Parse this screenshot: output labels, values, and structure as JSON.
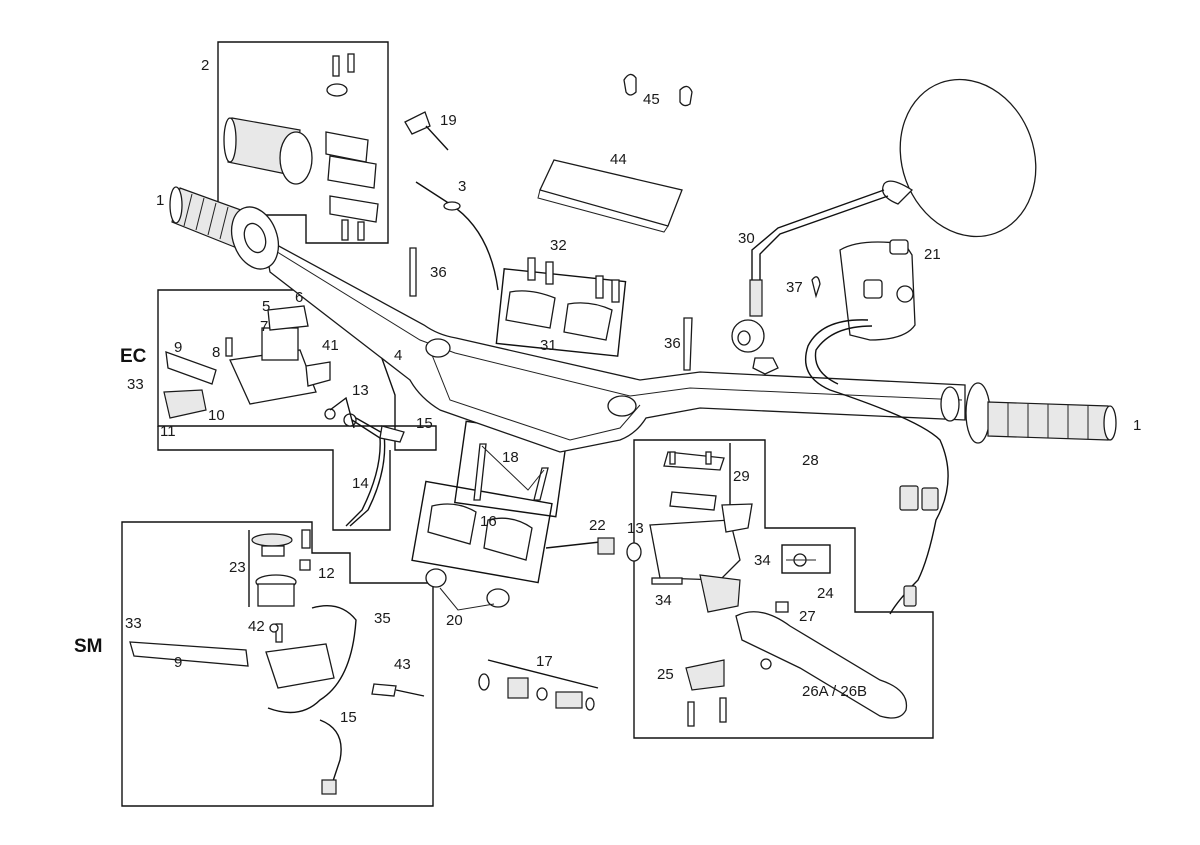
{
  "sections": {
    "ec": "EC",
    "sm": "SM"
  },
  "parts": [
    {
      "id": "p1a",
      "label": "1"
    },
    {
      "id": "p1b",
      "label": "1"
    },
    {
      "id": "p2",
      "label": "2"
    },
    {
      "id": "p3",
      "label": "3"
    },
    {
      "id": "p4",
      "label": "4"
    },
    {
      "id": "p5",
      "label": "5"
    },
    {
      "id": "p6",
      "label": "6"
    },
    {
      "id": "p7",
      "label": "7"
    },
    {
      "id": "p8",
      "label": "8"
    },
    {
      "id": "p9a",
      "label": "9"
    },
    {
      "id": "p9b",
      "label": "9"
    },
    {
      "id": "p10",
      "label": "10"
    },
    {
      "id": "p11",
      "label": "11"
    },
    {
      "id": "p12",
      "label": "12"
    },
    {
      "id": "p13a",
      "label": "13"
    },
    {
      "id": "p13b",
      "label": "13"
    },
    {
      "id": "p14",
      "label": "14"
    },
    {
      "id": "p15a",
      "label": "15"
    },
    {
      "id": "p15b",
      "label": "15"
    },
    {
      "id": "p16",
      "label": "16"
    },
    {
      "id": "p17",
      "label": "17"
    },
    {
      "id": "p18",
      "label": "18"
    },
    {
      "id": "p19",
      "label": "19"
    },
    {
      "id": "p20",
      "label": "20"
    },
    {
      "id": "p21",
      "label": "21"
    },
    {
      "id": "p22",
      "label": "22"
    },
    {
      "id": "p23",
      "label": "23"
    },
    {
      "id": "p24",
      "label": "24"
    },
    {
      "id": "p25",
      "label": "25"
    },
    {
      "id": "p26",
      "label": "26A / 26B"
    },
    {
      "id": "p27",
      "label": "27"
    },
    {
      "id": "p28",
      "label": "28"
    },
    {
      "id": "p29",
      "label": "29"
    },
    {
      "id": "p30",
      "label": "30"
    },
    {
      "id": "p31",
      "label": "31"
    },
    {
      "id": "p32",
      "label": "32"
    },
    {
      "id": "p33a",
      "label": "33"
    },
    {
      "id": "p33b",
      "label": "33"
    },
    {
      "id": "p34a",
      "label": "34"
    },
    {
      "id": "p34b",
      "label": "34"
    },
    {
      "id": "p35",
      "label": "35"
    },
    {
      "id": "p36a",
      "label": "36"
    },
    {
      "id": "p36b",
      "label": "36"
    },
    {
      "id": "p37",
      "label": "37"
    },
    {
      "id": "p41",
      "label": "41"
    },
    {
      "id": "p42",
      "label": "42"
    },
    {
      "id": "p43",
      "label": "43"
    },
    {
      "id": "p44",
      "label": "44"
    },
    {
      "id": "p45",
      "label": "45"
    }
  ]
}
